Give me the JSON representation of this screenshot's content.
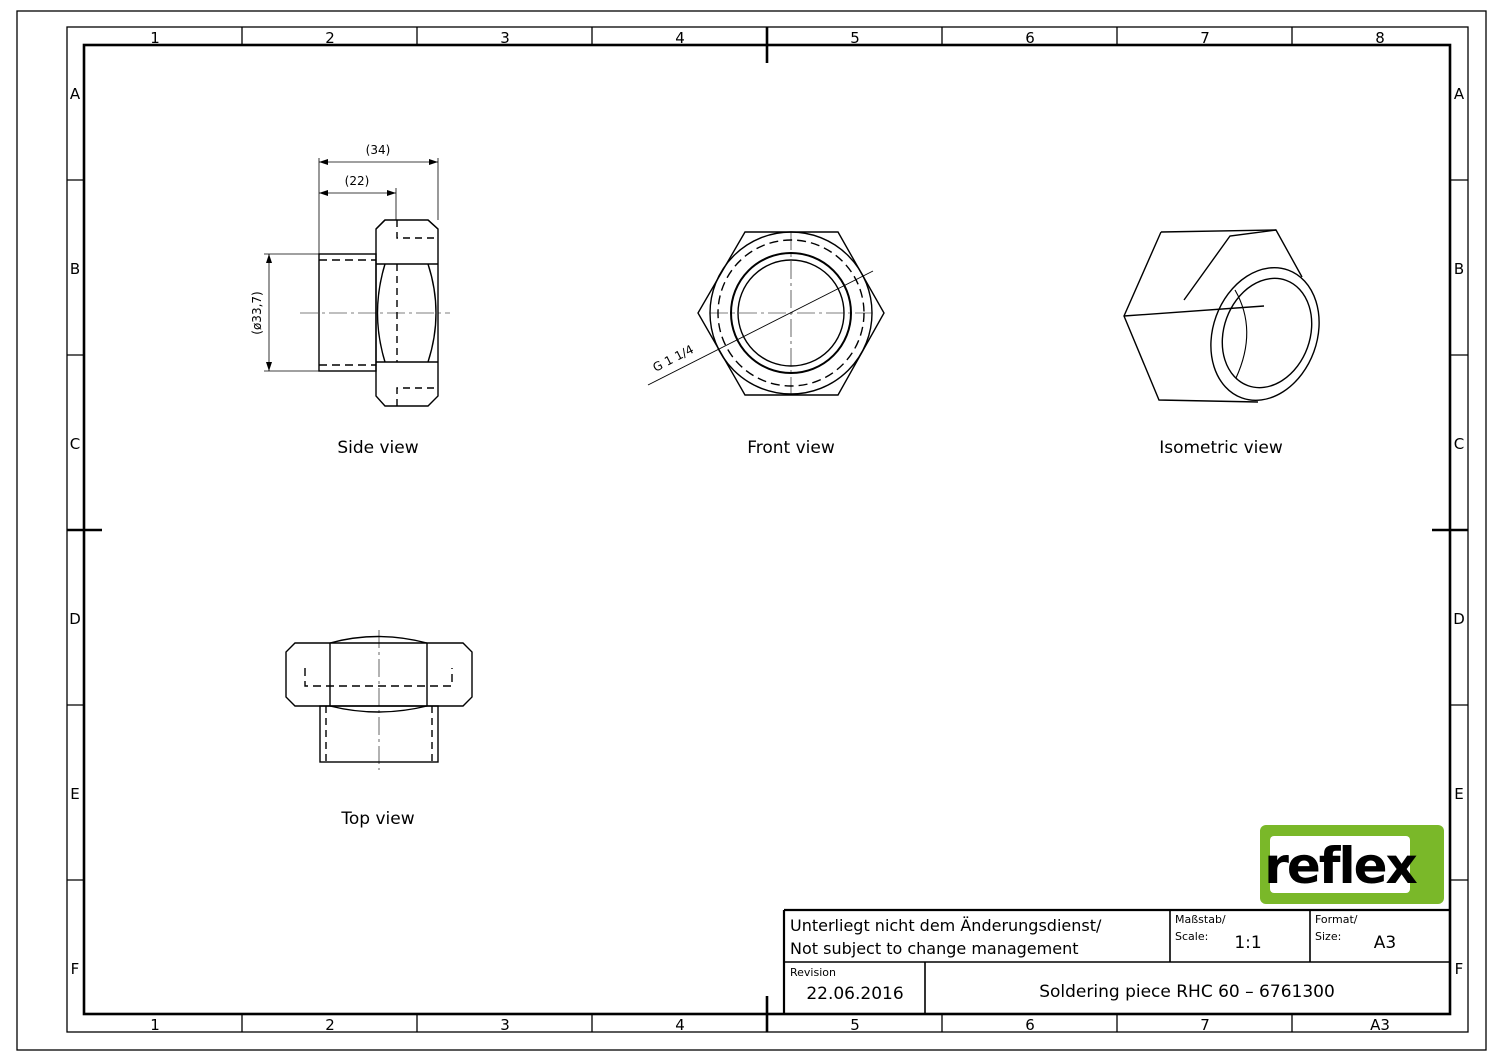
{
  "border": {
    "columns": [
      "1",
      "2",
      "3",
      "4",
      "5",
      "6",
      "7",
      "8"
    ],
    "rows": [
      "A",
      "B",
      "C",
      "D",
      "E",
      "F"
    ],
    "bottom_right_label": "A3"
  },
  "views": {
    "side": "Side view",
    "front": "Front view",
    "isometric": "Isometric view",
    "top": "Top view"
  },
  "dimensions": {
    "overall_length": "(34)",
    "pipe_length": "(22)",
    "diameter": "(ø33,7)",
    "thread": "G 1 1/4"
  },
  "logo": {
    "text": "reflex",
    "color": "#7ab829"
  },
  "title_block": {
    "note_line1": "Unterliegt nicht dem Änderungsdienst/",
    "note_line2": "Not subject to change management",
    "scale_label1": "Maßstab/",
    "scale_label2": "Scale:",
    "scale_value": "1:1",
    "format_label1": "Format/",
    "format_label2": "Size:",
    "format_value": "A3",
    "revision_label": "Revision",
    "revision_value": "22.06.2016",
    "title": "Soldering piece RHC 60 – 6761300"
  }
}
